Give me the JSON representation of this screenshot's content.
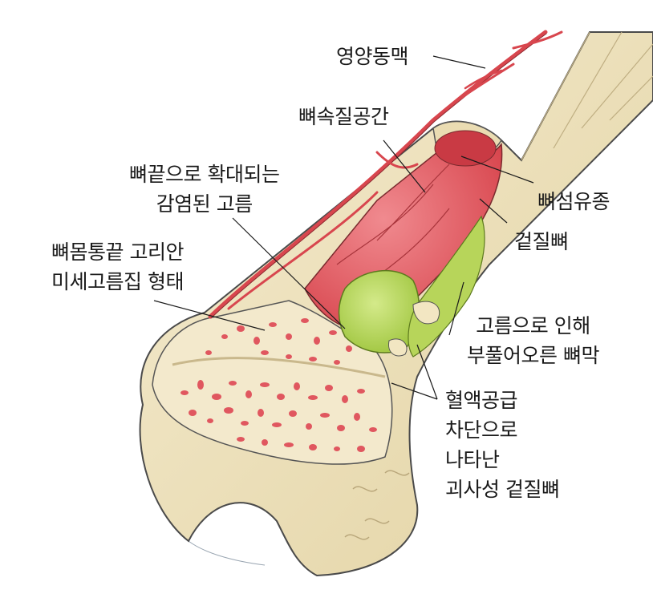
{
  "labels": {
    "nutrient_artery": "영양동맥",
    "medullary_cavity": "뼈속질공간",
    "epiphysis_abscess": [
      "뼈끝으로 확대되는",
      "감염된 고름"
    ],
    "sequestrum_marrow": "뼈섬유종",
    "cortical_bone": "겉질뼈",
    "metaphysis_abscess": [
      "뼈몸통끝 고리안",
      "미세고름집 형태"
    ],
    "periosteum": [
      "고름으로 인해",
      "부풀어오른 뼈막"
    ],
    "necrotic_cortex": [
      "혈액공급",
      "차단으로",
      "나타난",
      "괴사성 겉질뼈"
    ]
  },
  "colors": {
    "marrow": "#e0575f",
    "pus": "#a9cc45",
    "bone": "#efe3bf",
    "cartilage": "#dde3ea",
    "artery": "#d8464e"
  }
}
